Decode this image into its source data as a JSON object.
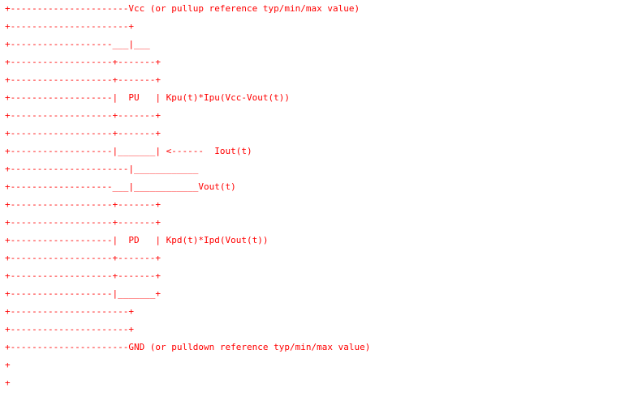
{
  "diagram": {
    "color": "#ff0000",
    "lines": [
      "+----------------------Vcc (or pullup reference typ/min/max value)",
      "+----------------------+",
      "+-------------------___|___",
      "+-------------------+-------+",
      "+-------------------+-------+",
      "+-------------------|  PU   | Kpu(t)*Ipu(Vcc-Vout(t))",
      "+-------------------+-------+",
      "+-------------------+-------+",
      "+-------------------|_______| <------  Iout(t)",
      "+----------------------|____________",
      "+-------------------___|____________Vout(t)",
      "+-------------------+-------+",
      "+-------------------+-------+",
      "+-------------------|  PD   | Kpd(t)*Ipd(Vout(t))",
      "+-------------------+-------+",
      "+-------------------+-------+",
      "+-------------------|_______+",
      "+----------------------+",
      "+----------------------+",
      "+----------------------GND (or pulldown reference typ/min/max value)",
      "+",
      "+"
    ]
  }
}
